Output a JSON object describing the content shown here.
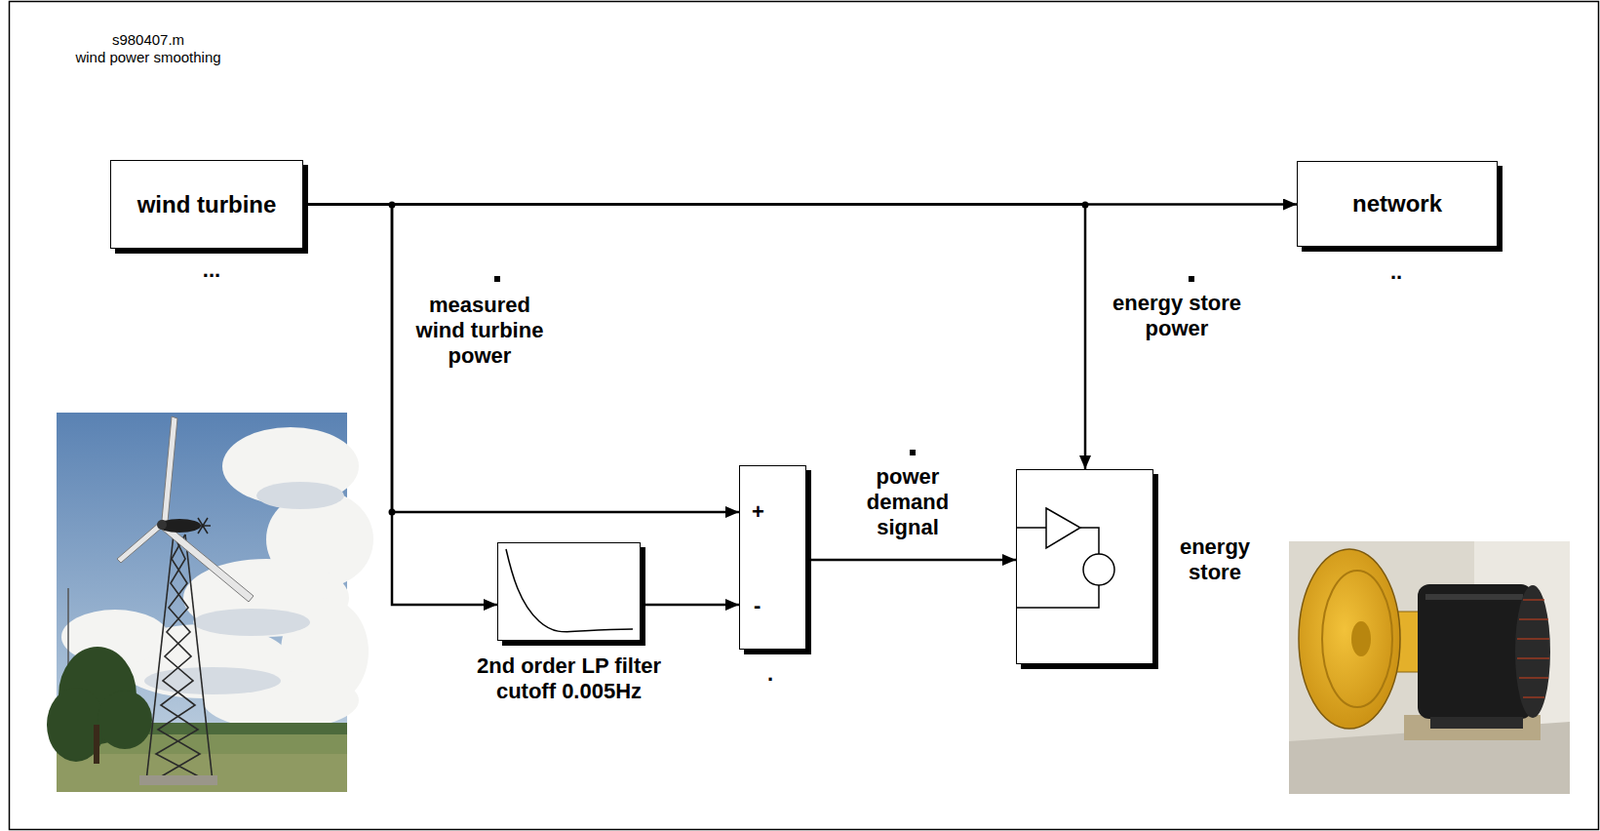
{
  "diagram": {
    "nodes": [
      {
        "text": [
          "wind turbine"
        ]
      },
      {
        "text": [
          "network"
        ]
      },
      {
        "text": [
          "+",
          "-"
        ]
      },
      {
        "text": [
          "2nd order LP filter cutoff 0.005Hz"
        ]
      },
      {
        "text": [
          "energy store"
        ]
      }
    ],
    "edges": [
      {
        "from": 0,
        "to": 1,
        "arrow": "to"
      },
      {
        "from": 0,
        "to": 2,
        "arrow": "to",
        "label": "measured wind turbine power"
      },
      {
        "from": 0,
        "to": 3,
        "arrow": "to"
      },
      {
        "from": 3,
        "to": 2,
        "arrow": "to"
      },
      {
        "from": 2,
        "to": 4,
        "arrow": "to",
        "label": "power demand signal"
      },
      {
        "from": 0,
        "to": 4,
        "arrow": "to",
        "label": "energy store power"
      }
    ],
    "labels": [
      "s980407.m",
      "wind power smoothing",
      "...",
      "..",
      "."
    ]
  }
}
